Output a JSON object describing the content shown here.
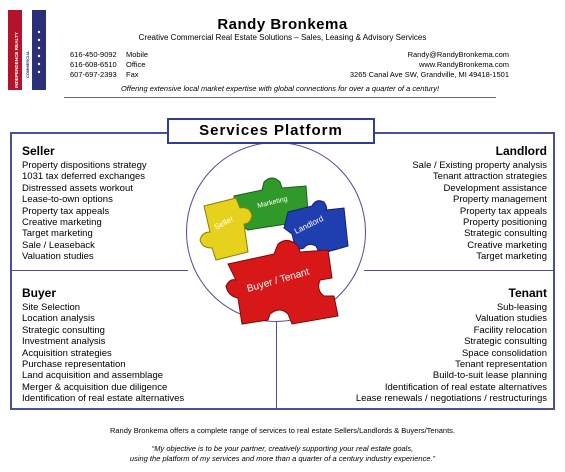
{
  "logo": {
    "line1": "INDEPENDENCE REALTY",
    "line2": "COMMERCIAL"
  },
  "header": {
    "name": "Randy Bronkema",
    "tagline": "Creative Commercial Real Estate Solutions – Sales, Leasing & Advisory Services",
    "phones": [
      {
        "number": "616-450-9092",
        "label": "Mobile"
      },
      {
        "number": "616-608-6510",
        "label": "Office"
      },
      {
        "number": "607-697-2393",
        "label": "Fax"
      }
    ],
    "email": "Randy@RandyBronkema.com",
    "website": "www.RandyBronkema.com",
    "address": "3265 Canal Ave SW, Grandville, MI 49418-1501",
    "motto": "Offering extensive local market expertise with global connections for over a quarter of a century!"
  },
  "platform": {
    "title": "Services  Platform",
    "puzzle_labels": {
      "seller": "Seller",
      "marketing": "Marketing",
      "landlord": "Landlord",
      "buyer_tenant": "Buyer / Tenant"
    }
  },
  "seller": {
    "heading": "Seller",
    "items": [
      "Property dispositions strategy",
      "1031 tax deferred exchanges",
      "Distressed assets workout",
      "Lease-to-own options",
      "Property tax appeals",
      "Creative marketing",
      "Target marketing",
      "Sale / Leaseback",
      "Valuation studies"
    ]
  },
  "landlord": {
    "heading": "Landlord",
    "items": [
      "Sale / Existing property analysis",
      "Tenant attraction strategies",
      "Development assistance",
      "Property management",
      "Property tax appeals",
      "Property positioning",
      "Strategic consulting",
      "Creative marketing",
      "Target marketing"
    ]
  },
  "buyer": {
    "heading": "Buyer",
    "items": [
      "Site Selection",
      "Location analysis",
      "Strategic consulting",
      "Investment analysis",
      "Acquisition strategies",
      "Purchase representation",
      "Land acquisition and assemblage",
      "Merger & acquisition due diligence",
      "Identification of real estate alternatives"
    ]
  },
  "tenant": {
    "heading": "Tenant",
    "items": [
      "Sub-leasing",
      "Valuation studies",
      "Facility relocation",
      "Strategic consulting",
      "Space consolidation",
      "Tenant representation",
      "Build-to-suit lease planning",
      "Identification of real estate alternatives",
      "Lease renewals / negotiations / restructurings"
    ]
  },
  "footer": {
    "summary": "Randy Bronkema offers a complete range of services to real estate Sellers/Landlords & Buyers/Tenants.",
    "quote_line1": "“My objective is to be your partner, creatively supporting your real estate goals,",
    "quote_line2": "using the platform of my services and more than a quarter of a century industry experience.”"
  },
  "colors": {
    "frame": "#4a4f9a",
    "logo_red": "#b5122b",
    "logo_blue": "#2b2f7a",
    "puzzle_yellow": "#e6d21c",
    "puzzle_green": "#2f9a2a",
    "puzzle_blue": "#1f3fb0",
    "puzzle_red": "#d81818"
  }
}
